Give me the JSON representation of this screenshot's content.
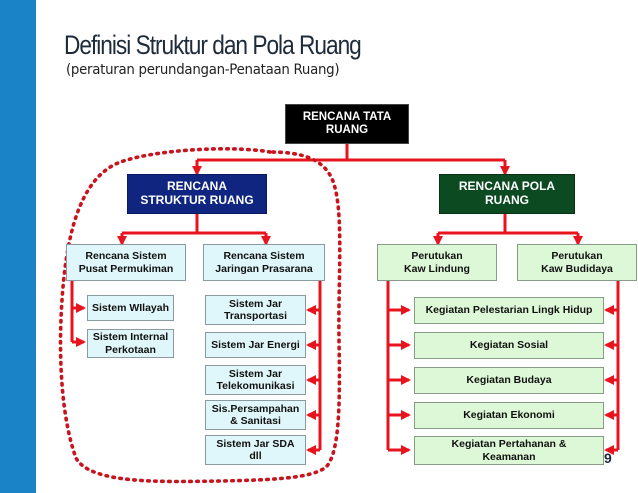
{
  "slide": {
    "title": "Definisi Struktur dan Pola Ruang",
    "subtitle": "(peraturan perundangan-Penataan Ruang)",
    "page_number": "9"
  },
  "colors": {
    "accent_bar": "#1a83c7",
    "connector_red": "#e8141d",
    "struktur_fill": "#0f2580",
    "pola_fill": "#0c4a22",
    "cyan_fill": "#dff6fa",
    "green_fill": "#ddf8d6",
    "dotted_outline": "#c8141d"
  },
  "diagram": {
    "root": "RENCANA TATA\nRUANG",
    "struktur": {
      "label": "RENCANA\nSTRUKTUR RUANG",
      "left_branch": "Rencana Sistem\nPusat Permukiman",
      "left_items": [
        "Sistem WIlayah",
        "Sistem Internal\nPerkotaan"
      ],
      "right_branch": "Rencana Sistem\nJaringan Prasarana",
      "right_items": [
        "Sistem Jar\nTransportasi",
        "Sistem Jar Energi",
        "Sistem Jar\nTelekomunikasi",
        "Sis.Persampahan\n& Sanitasi",
        "Sistem Jar  SDA\ndll"
      ]
    },
    "pola": {
      "label": "RENCANA POLA\nRUANG",
      "left_branch": "Perutukan\nKaw Lindung",
      "right_branch": "Perutukan\nKaw Budidaya",
      "items": [
        "Kegiatan Pelestarian Lingk Hidup",
        "Kegiatan Sosial",
        "Kegiatan Budaya",
        "Kegiatan Ekonomi",
        "Kegiatan Pertahanan &\nKeamanan"
      ]
    }
  }
}
